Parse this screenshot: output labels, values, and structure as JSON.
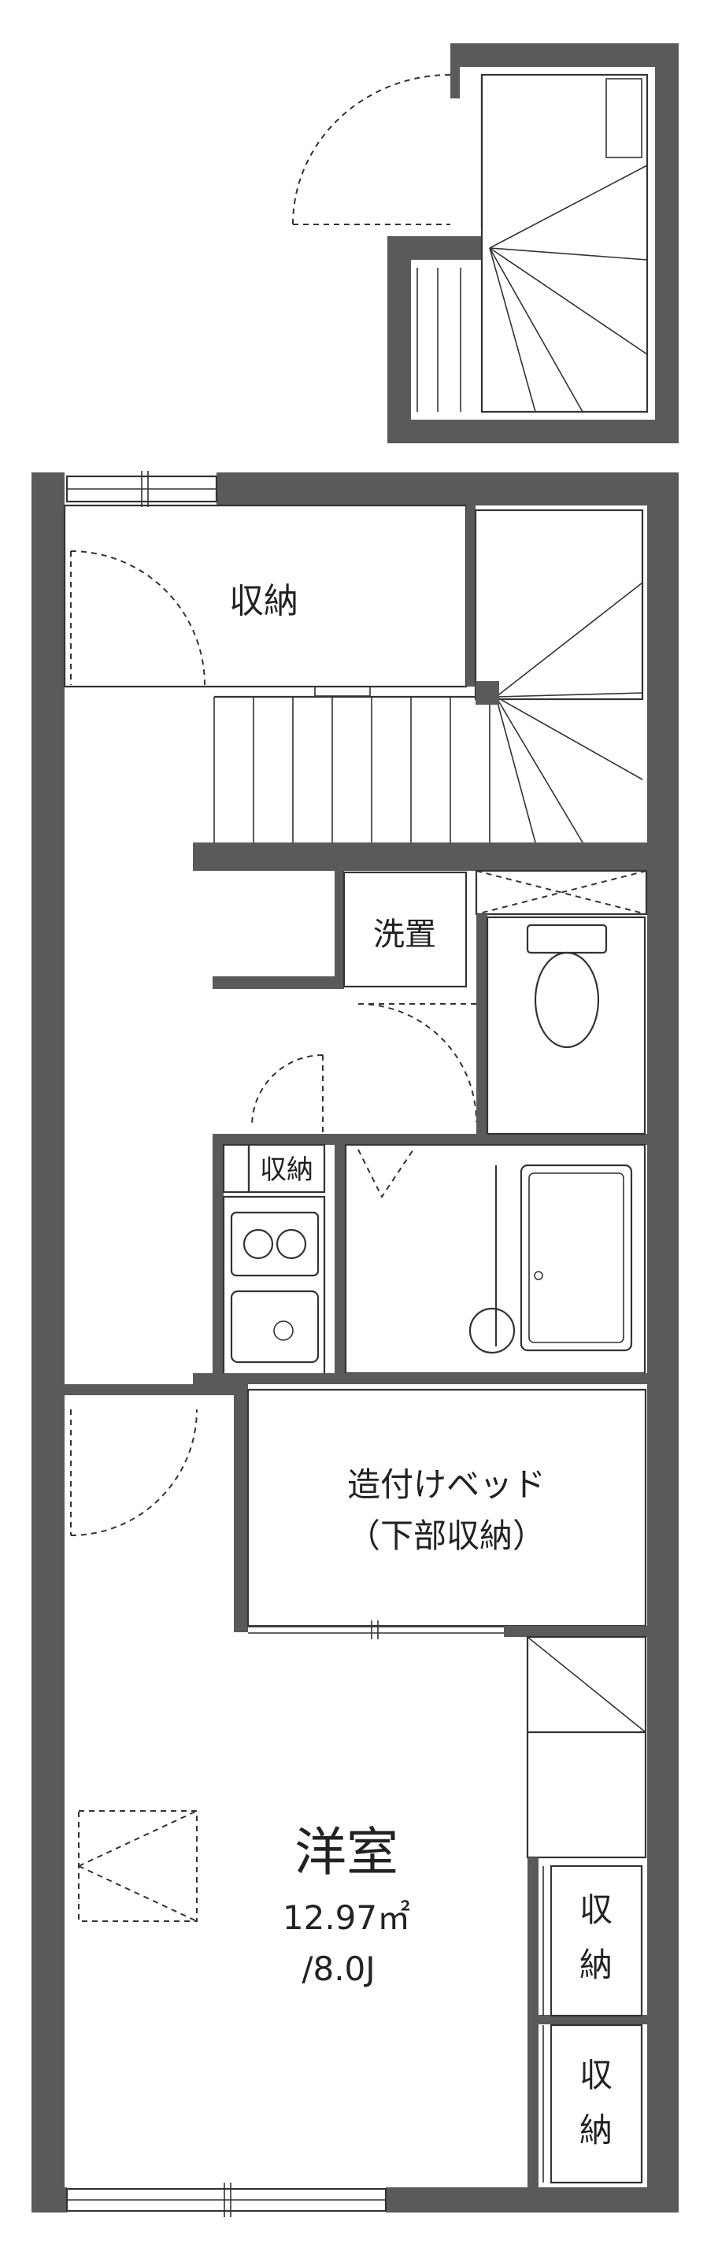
{
  "colors": {
    "wall": "#5a5a5a",
    "storage_fill": "#fbf3e2",
    "wet_area_fill": "#e8eefb",
    "background": "#ffffff",
    "line": "#333333"
  },
  "rooms": {
    "storage_top": "収納",
    "washroom": "洗置",
    "kitchen_storage": "収納",
    "built_in_bed_line1": "造付けベッド",
    "built_in_bed_line2": "（下部収納）",
    "western_room": "洋室",
    "western_room_area": "12.97㎡",
    "western_room_size": "/8.0J",
    "closet_1_line1": "収",
    "closet_1_line2": "納",
    "closet_2_line1": "収",
    "closet_2_line2": "納"
  },
  "fixtures": {
    "toilet_icon": "toilet-icon",
    "bathtub_icon": "bathtub-icon",
    "stove_icon": "stove-icon",
    "sink_icon": "sink-icon"
  }
}
